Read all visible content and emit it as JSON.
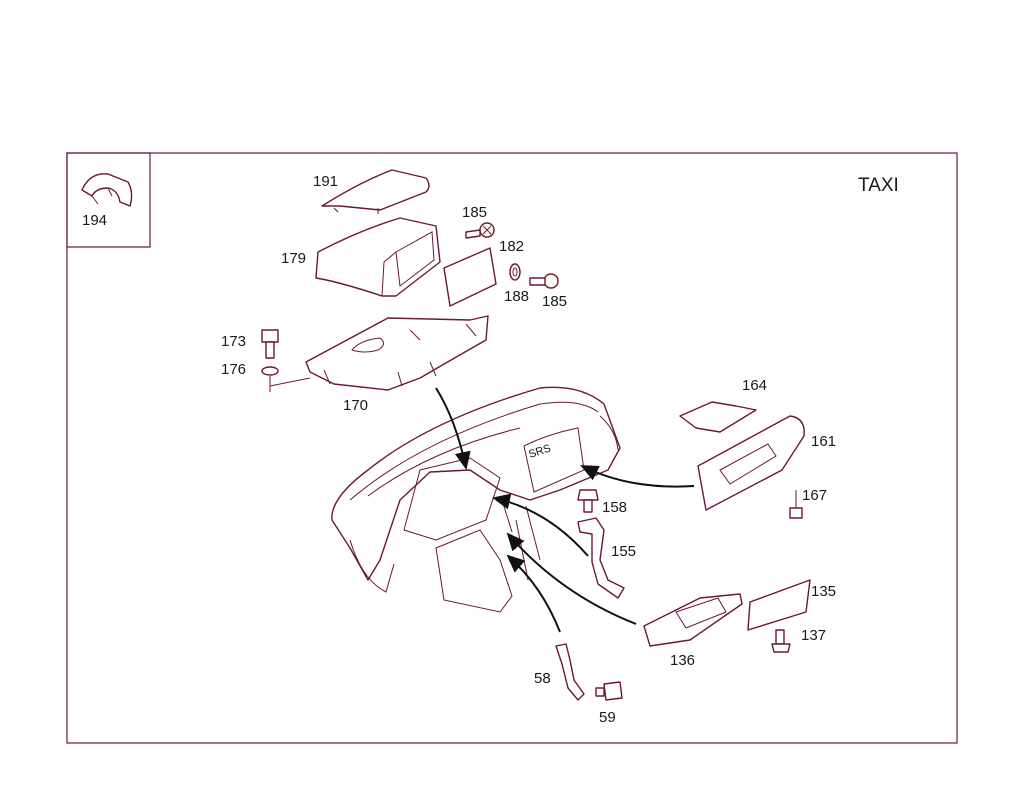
{
  "diagram": {
    "variant_label": "TAXI",
    "callouts": {
      "c194": "194",
      "c191": "191",
      "c179": "179",
      "c185a": "185",
      "c182": "182",
      "c188": "188",
      "c185b": "185",
      "c173": "173",
      "c176": "176",
      "c170": "170",
      "c164": "164",
      "c161": "161",
      "c167": "167",
      "c158": "158",
      "c155": "155",
      "c135": "135",
      "c137": "137",
      "c136": "136",
      "c58": "58",
      "c59": "59"
    },
    "colors": {
      "line": "#6b1a2a",
      "arrow": "#111111",
      "background": "#ffffff"
    }
  }
}
